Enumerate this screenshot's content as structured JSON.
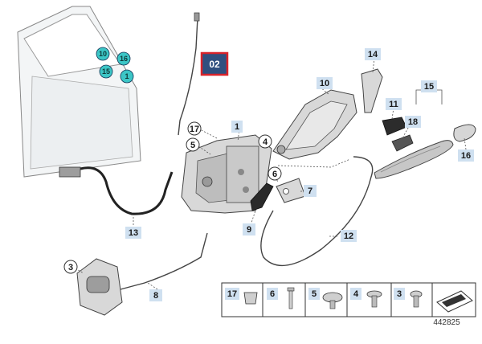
{
  "door_callouts": [
    "10",
    "16",
    "15",
    "1"
  ],
  "highlight_callout": "02",
  "callouts": {
    "c1": "1",
    "c3": "3",
    "c4": "4",
    "c5": "5",
    "c6": "6",
    "c7": "7",
    "c8": "8",
    "c9": "9",
    "c10": "10",
    "c11": "11",
    "c12": "12",
    "c13": "13",
    "c14": "14",
    "c15": "15",
    "c16": "16",
    "c17": "17",
    "c18": "18"
  },
  "legend_items": [
    "17",
    "6",
    "5",
    "4",
    "3"
  ],
  "reference_number": "442825",
  "colors": {
    "door_dot": "#3cc6c6",
    "highlight_border": "#d8232a",
    "highlight_fill": "#2f4f7f",
    "tag_fill": "#cfe0f0"
  }
}
